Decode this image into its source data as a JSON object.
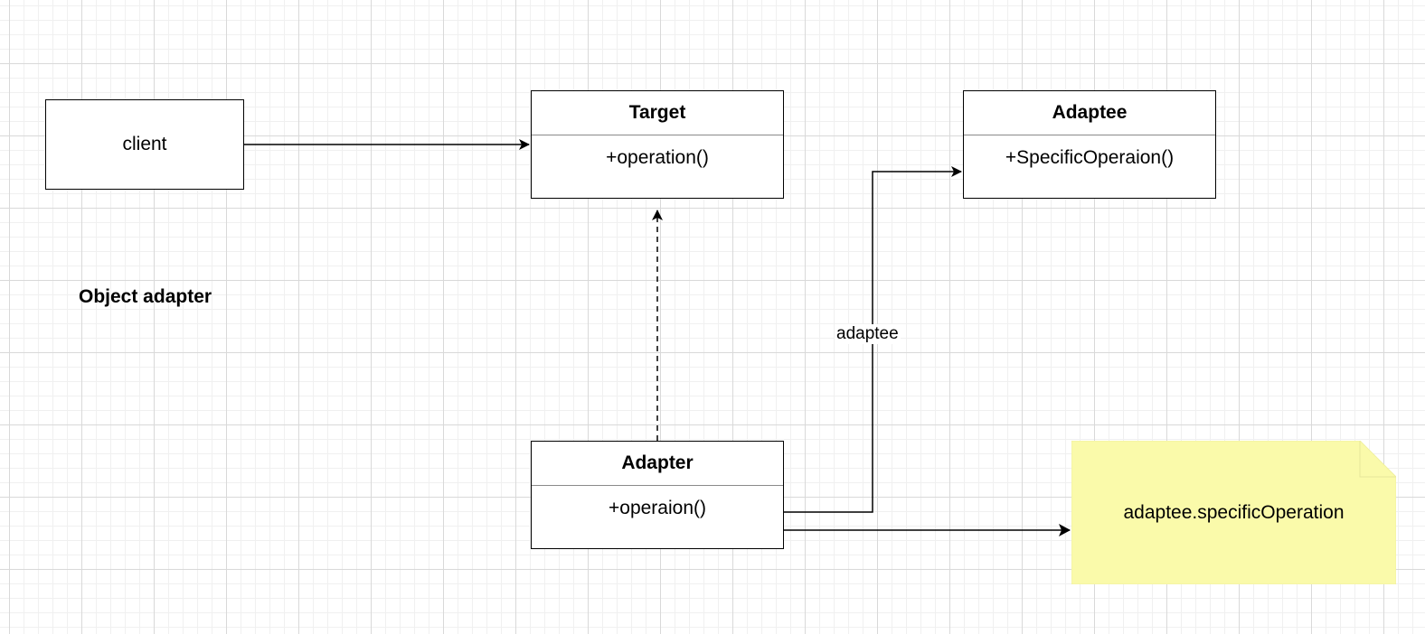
{
  "diagram": {
    "heading": "Object adapter",
    "client": {
      "label": "client"
    },
    "target": {
      "name": "Target",
      "members": "+operation()"
    },
    "adaptee": {
      "name": "Adaptee",
      "members": "+SpecificOperaion()"
    },
    "adapter": {
      "name": "Adapter",
      "members": "+operaion()"
    },
    "note": {
      "text": "adaptee.specificOperation",
      "fill": "#fafaaa"
    },
    "edges": {
      "adapter_to_adaptee_label": "adaptee"
    }
  }
}
